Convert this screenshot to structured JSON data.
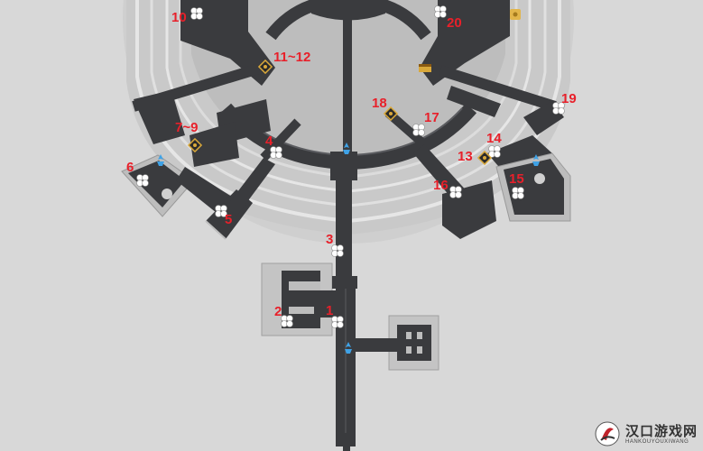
{
  "map": {
    "markers": [
      {
        "label": "10",
        "type": "chest"
      },
      {
        "label": "20",
        "type": "chest"
      },
      {
        "label": "11~12",
        "type": "quest"
      },
      {
        "label": "18",
        "type": "quest"
      },
      {
        "label": "17",
        "type": "chest"
      },
      {
        "label": "19",
        "type": "chest"
      },
      {
        "label": "7~9",
        "type": "quest"
      },
      {
        "label": "4",
        "type": "chest"
      },
      {
        "label": "14",
        "type": "chest"
      },
      {
        "label": "13",
        "type": "quest"
      },
      {
        "label": "6",
        "type": "chest"
      },
      {
        "label": "16",
        "type": "chest"
      },
      {
        "label": "15",
        "type": "chest"
      },
      {
        "label": "5",
        "type": "chest"
      },
      {
        "label": "3",
        "type": "chest"
      },
      {
        "label": "2",
        "type": "chest"
      },
      {
        "label": "1",
        "type": "chest"
      }
    ],
    "icons": [
      "space-anchor-icon",
      "puzzle-icon",
      "treasure-chest-icon",
      "quest-icon"
    ]
  },
  "watermark": {
    "cn": "汉口游戏网",
    "en": "HANKOUYOUXIWANG"
  },
  "colors": {
    "background": "#d8d8d8",
    "floor": "#3a3b3e",
    "wall": "#c4c4c4",
    "label": "#e8202a",
    "anchor": "#3fa2e6",
    "quest": "#d9a83a"
  }
}
